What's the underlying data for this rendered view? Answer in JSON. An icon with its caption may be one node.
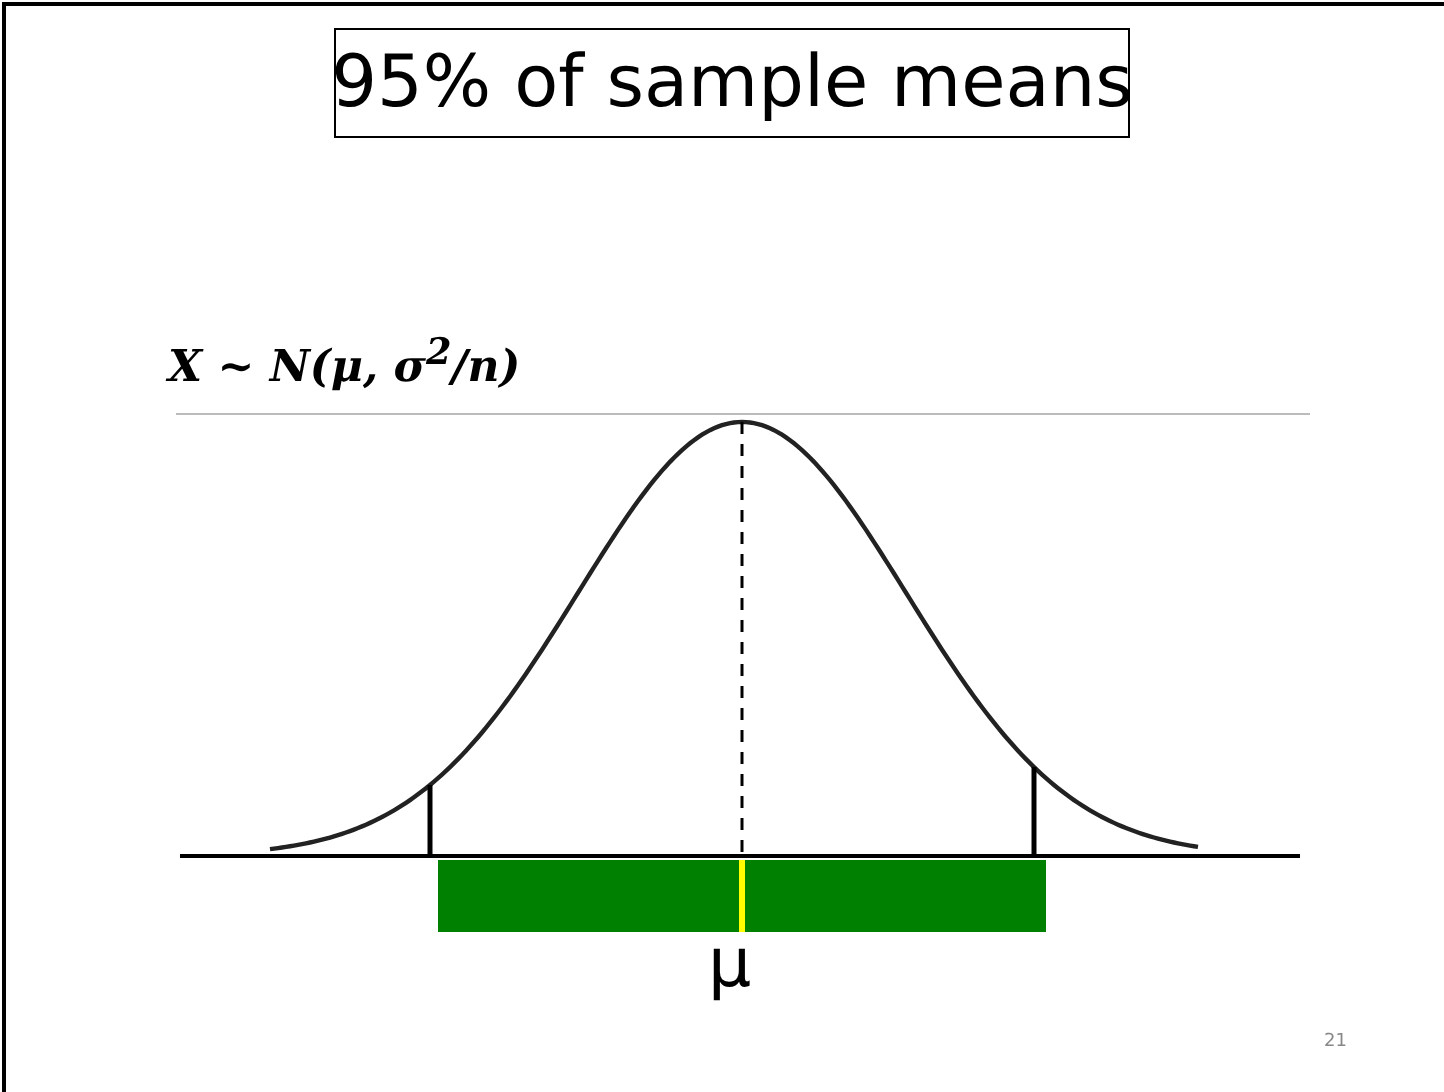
{
  "diagram": {
    "nodes": [
      {
        "text": [
          "95% of sample means"
        ]
      }
    ],
    "labels": [
      "X ~ N(μ, σ$^{2}$/n)",
      "μ",
      "21"
    ]
  }
}
